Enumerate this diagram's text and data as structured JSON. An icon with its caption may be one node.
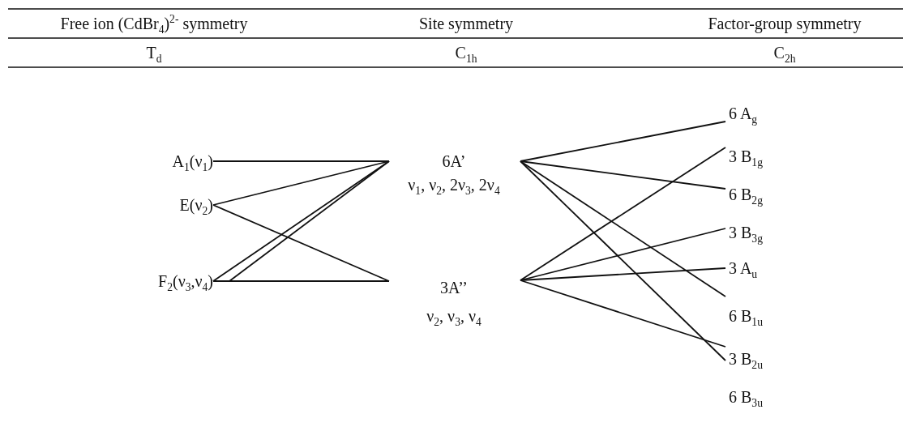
{
  "diagram": {
    "nodes": [
      {
        "text": [
          "A$_{1}$(ν$_{1}$)"
        ]
      },
      {
        "text": [
          "E(ν$_{2}$)"
        ]
      },
      {
        "text": [
          "F$_{2}$(ν$_{3}$,ν$_{4}$)"
        ]
      },
      {
        "text": [
          "6A’",
          "ν$_{1}$, ν$_{2}$, 2ν$_{3}$, 2ν$_{4}$"
        ]
      },
      {
        "text": [
          "3A’’",
          "ν$_{2}$, ν$_{3}$, ν$_{4}$"
        ]
      },
      {
        "text": [
          "6 A$_{g}$"
        ]
      },
      {
        "text": [
          "3 B$_{1g}$"
        ]
      },
      {
        "text": [
          "6 B$_{2g}$"
        ]
      },
      {
        "text": [
          "3 B$_{3g}$"
        ]
      },
      {
        "text": [
          "3 A$_{u}$"
        ]
      },
      {
        "text": [
          "6 B$_{1u}$"
        ]
      },
      {
        "text": [
          "3 B$_{2u}$"
        ]
      },
      {
        "text": [
          "6 B$_{3u}$"
        ]
      }
    ],
    "edges": [
      {
        "from": 0,
        "to": 3,
        "arrow": "none"
      },
      {
        "from": 1,
        "to": 3,
        "arrow": "none"
      },
      {
        "from": 1,
        "to": 4,
        "arrow": "none"
      },
      {
        "from": 2,
        "to": 3,
        "arrow": "none"
      },
      {
        "from": 2,
        "to": 3,
        "arrow": "none"
      },
      {
        "from": 2,
        "to": 4,
        "arrow": "none"
      },
      {
        "from": 3,
        "to": 5,
        "arrow": "none"
      },
      {
        "from": 3,
        "to": 7,
        "arrow": "none"
      },
      {
        "from": 3,
        "to": 10,
        "arrow": "none"
      },
      {
        "from": 3,
        "to": 11,
        "arrow": "none"
      },
      {
        "from": 4,
        "to": 6,
        "arrow": "none"
      },
      {
        "from": 4,
        "to": 8,
        "arrow": "none"
      },
      {
        "from": 4,
        "to": 9,
        "arrow": "none"
      },
      {
        "from": 4,
        "to": 11,
        "arrow": "none"
      }
    ],
    "labels": [
      "Free ion (CdBr$_{4}$)$^{2-}$ symmetry",
      "Site symmetry",
      "Factor-group symmetry",
      "T$_{d}$",
      "C$_{1h}$",
      "C$_{2h}$"
    ]
  }
}
